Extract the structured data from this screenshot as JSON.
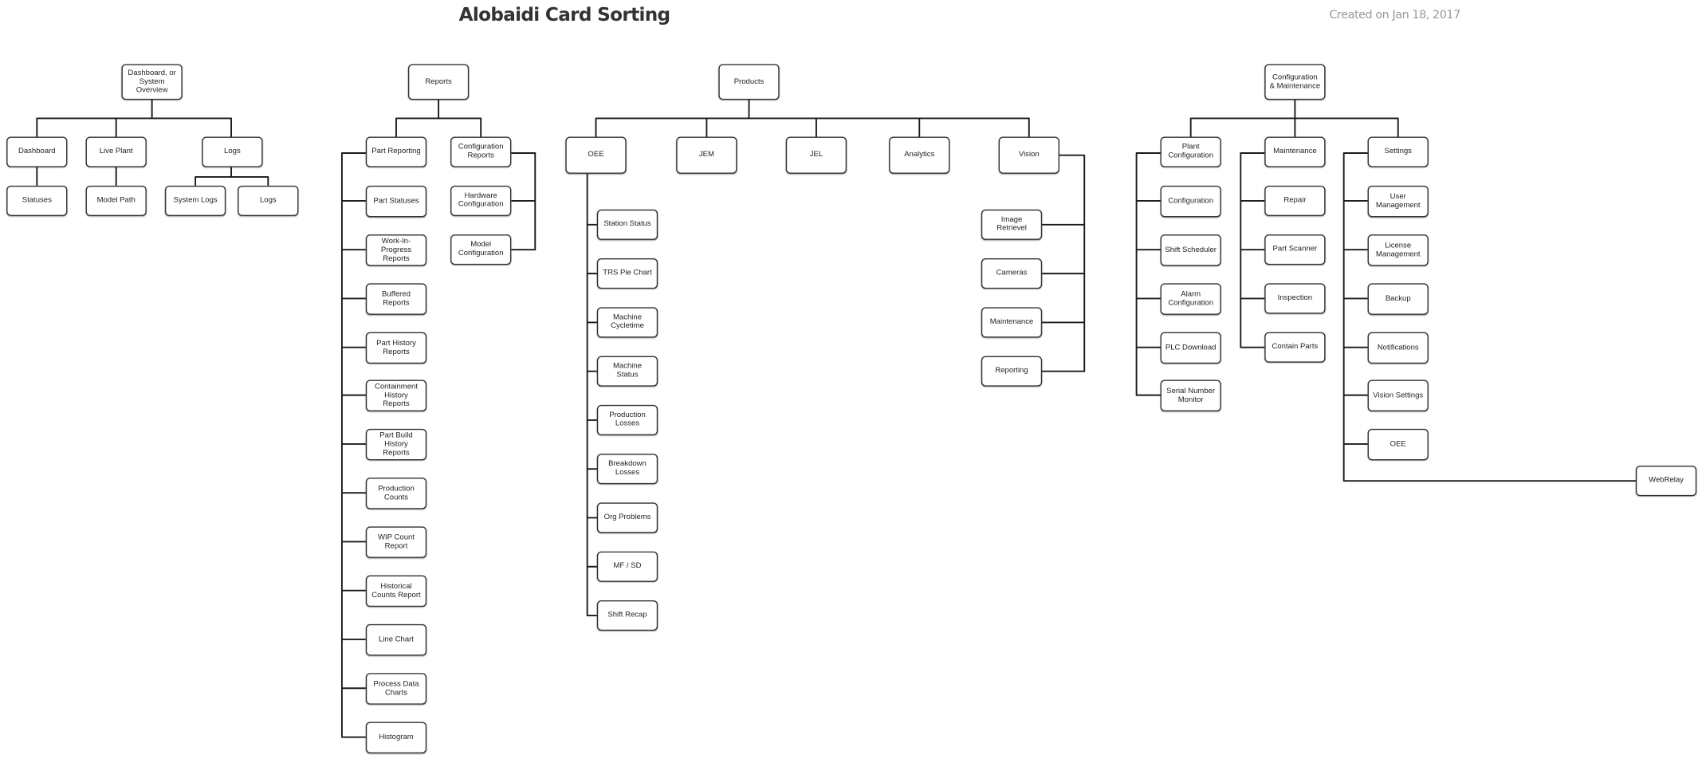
{
  "title": "Alobaidi Card Sorting",
  "created": "Created on Jan 18, 2017",
  "groups": [
    {
      "root": "Dashboard, or System Overview",
      "children": [
        {
          "label": "Dashboard",
          "items": [
            "Statuses"
          ]
        },
        {
          "label": "Live Plant",
          "items": [
            "Model Path"
          ]
        },
        {
          "label": "Logs",
          "items": [
            "System Logs",
            "Logs"
          ]
        }
      ]
    },
    {
      "root": "Reports",
      "children": [
        {
          "label": "Part Reporting",
          "items": [
            "Part Statuses",
            "Work-In-Progress Reports",
            "Buffered Reports",
            "Part History Reports",
            "Containment History Reports",
            "Part Build History Reports",
            "Production Counts",
            "WIP Count Report",
            "Historical Counts Report",
            "Line Chart",
            "Process Data Charts",
            "Histogram"
          ]
        },
        {
          "label": "Configuration Reports",
          "items": [
            "Hardware Configuration",
            "Model Configuration"
          ]
        }
      ]
    },
    {
      "root": "Products",
      "children": [
        {
          "label": "OEE",
          "items": [
            "Station Status",
            "TRS Pie Chart",
            "Machine Cycletime",
            "Machine Status",
            "Production Losses",
            "Breakdown Losses",
            "Org Problems",
            "MF / SD",
            "Shift Recap"
          ]
        },
        {
          "label": "JEM",
          "items": []
        },
        {
          "label": "JEL",
          "items": []
        },
        {
          "label": "Analytics",
          "items": []
        },
        {
          "label": "Vision",
          "items": [
            "Image Retrievel",
            "Cameras",
            "Maintenance",
            "Reporting"
          ]
        }
      ]
    },
    {
      "root": "Configuration & Maintenance",
      "children": [
        {
          "label": "Plant Configuration",
          "items": [
            "Configuration",
            "Shift Scheduler",
            "Alarm Configuration",
            "PLC Download",
            "Serial Number Monitor"
          ]
        },
        {
          "label": "Maintenance",
          "items": [
            "Repair",
            "Part Scanner",
            "Inspection",
            "Contain Parts"
          ]
        },
        {
          "label": "Settings",
          "items": [
            "User Management",
            "License Management",
            "Backup",
            "Notifications",
            "Vision Settings",
            "OEE",
            "WebRelay"
          ]
        }
      ]
    }
  ]
}
